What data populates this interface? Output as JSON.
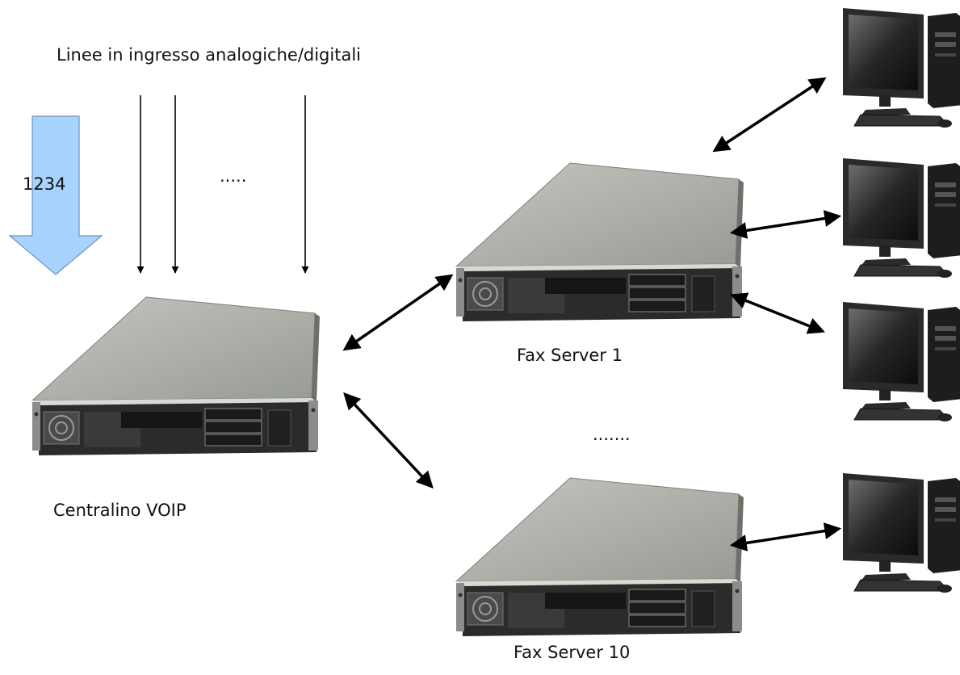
{
  "labels": {
    "incoming_lines": "Linee in ingresso analogiche/digitali",
    "line_dots": ".....",
    "incoming_number": "1234",
    "pbx": "Centralino VOIP",
    "fax_server_1": "Fax Server 1",
    "fax_server_10": "Fax Server 10",
    "server_dots": "......."
  },
  "colors": {
    "big_arrow_fill": "#a9d3ff",
    "big_arrow_stroke": "#6f8fb4",
    "arrow": "#000000",
    "server_top": "#aeb2ab",
    "server_front": "#2b2b2b"
  }
}
